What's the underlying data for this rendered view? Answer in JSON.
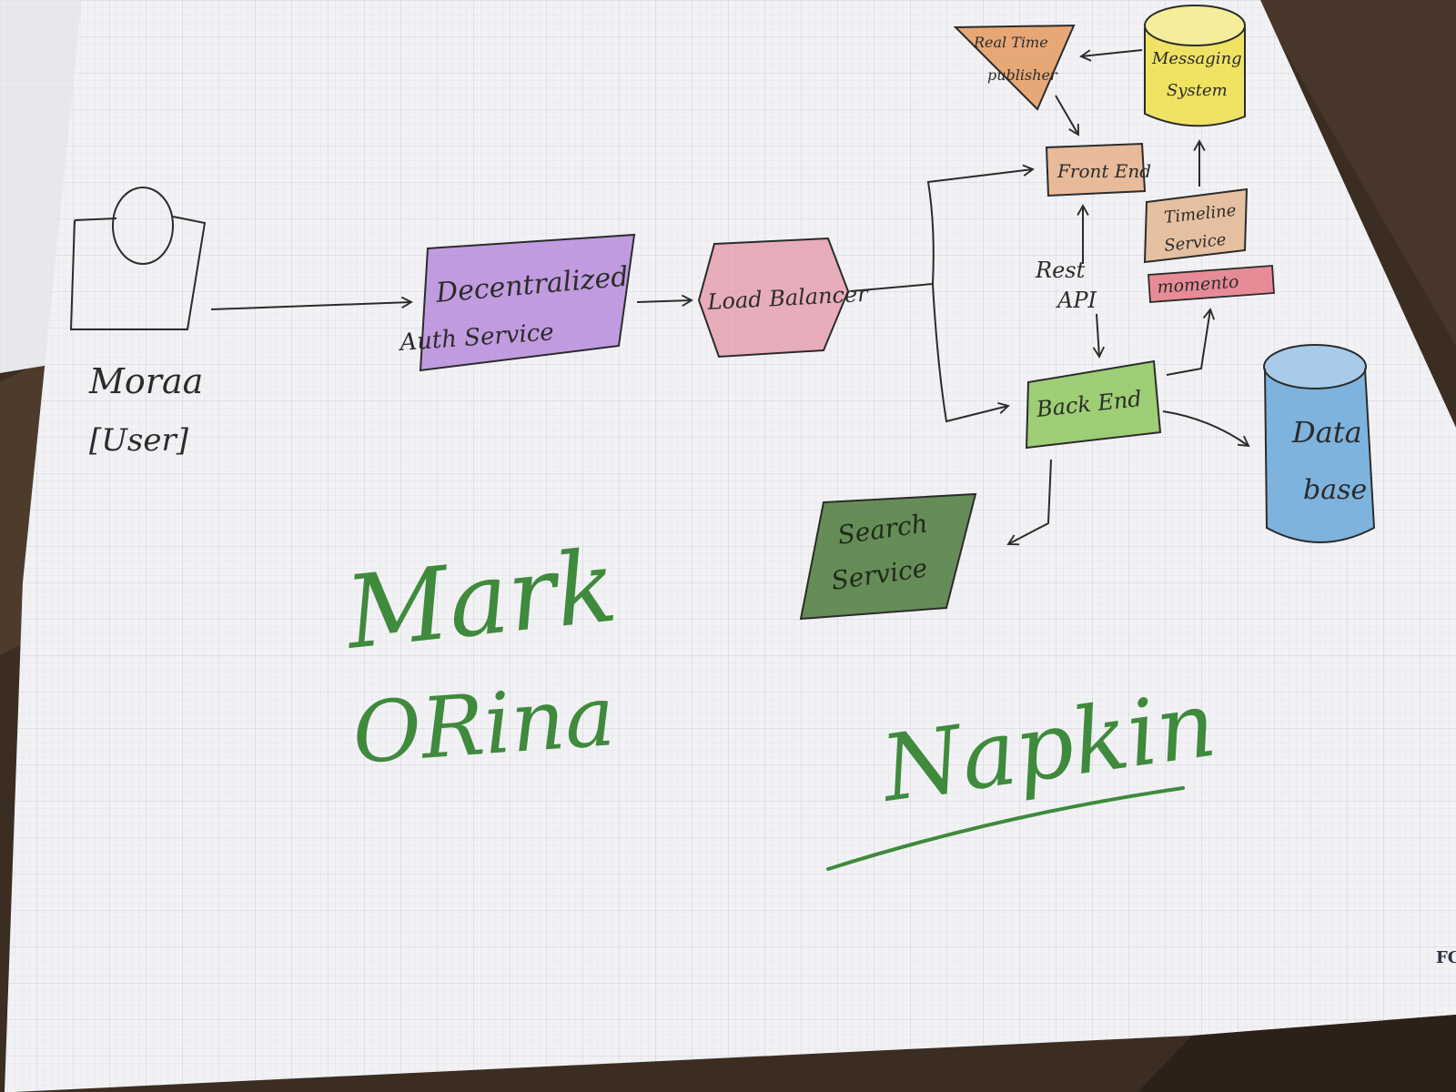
{
  "user": {
    "name": "Moraa",
    "role": "[User]"
  },
  "nodes": {
    "auth": {
      "line1": "Decentralized",
      "line2": "Auth Service"
    },
    "load_balancer": {
      "label": "Load Balancer"
    },
    "front_end": {
      "label": "Front End"
    },
    "back_end": {
      "label": "Back End"
    },
    "rest_api": {
      "line1": "Rest",
      "line2": "API"
    },
    "real_time_publisher": {
      "line1": "Real Time",
      "line2": "publisher"
    },
    "messaging_system": {
      "line1": "Messaging",
      "line2": "System"
    },
    "timeline_service": {
      "line1": "Timeline",
      "line2": "Service"
    },
    "momento": {
      "label": "momento"
    },
    "database": {
      "line1": "Data",
      "line2": "base"
    },
    "search_service": {
      "line1": "Search",
      "line2": "Service"
    }
  },
  "signature": {
    "line1": "Mark",
    "line2": "ORina"
  },
  "title": {
    "label": "Napkin"
  },
  "corner_mark": {
    "label": "FC"
  },
  "colors": {
    "ink": "#2b2b2b",
    "signature_green": "#3f8a3c",
    "auth_fill": "#b07fd8",
    "load_balancer_fill": "#e59bab",
    "front_end_fill": "#e6b28a",
    "back_end_fill": "#8fc85e",
    "search_fill": "#4e7a3c",
    "database_fill": "#6aa8d8",
    "messaging_fill": "#f0e14a",
    "timeline_fill": "#e2b48c",
    "momento_fill": "#e57a86",
    "publisher_fill": "#e59b62"
  }
}
